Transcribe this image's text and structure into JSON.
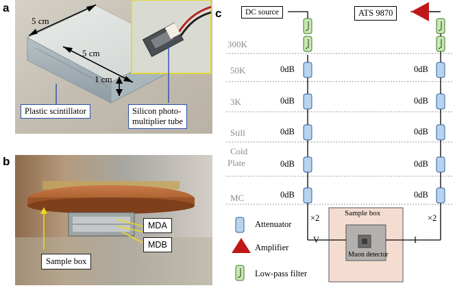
{
  "panel_a": {
    "letter": "a",
    "dim_top": "5 cm",
    "dim_middle": "5 cm",
    "dim_side": "1 cm",
    "callout_left": "Plastic scintillator",
    "callout_right_line1": "Silicon photo-",
    "callout_right_line2": "multiplier tube"
  },
  "panel_b": {
    "letter": "b",
    "label_mda": "MDA",
    "label_mdb": "MDB",
    "label_sample": "Sample box"
  },
  "panel_c": {
    "letter": "c",
    "dc_source": "DC source",
    "ats": "ATS 9870",
    "stages": [
      "300K",
      "50K",
      "3K",
      "Still",
      "Cold",
      "Plate",
      "MC"
    ],
    "attenuator_db": "0dB",
    "mult_left": "×2",
    "mult_right": "×2",
    "wire_left": "V",
    "wire_right": "I",
    "sample_box": "Sample box",
    "muon_detector": "Muon detector",
    "legend": {
      "attenuator": "Attenuator",
      "amplifier": "Amplifier",
      "filter": "Low-pass filter"
    },
    "colors": {
      "attenuator": "#b8d3ee",
      "attenuator_border": "#2f5f9b",
      "filter": "#c9e6b4",
      "filter_border": "#3d7a2a",
      "amplifier": "#c01818",
      "sample_box": "#f4ddd0",
      "dashed": "#9a9a9a"
    }
  }
}
